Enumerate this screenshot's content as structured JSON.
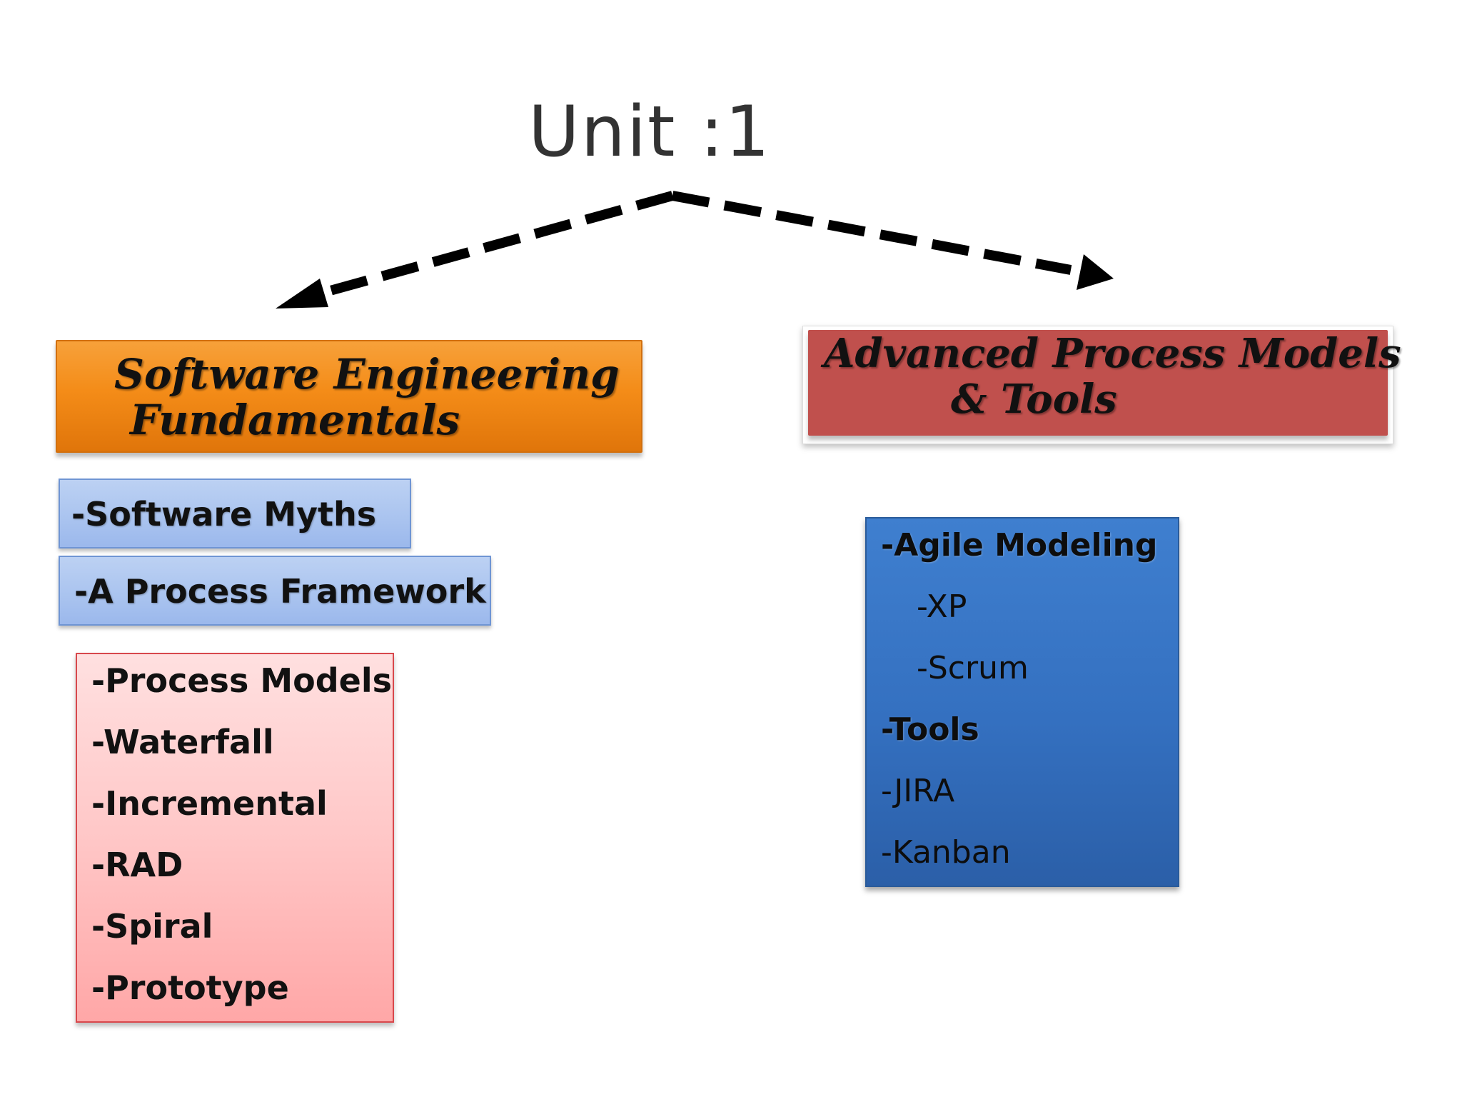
{
  "title": "Unit :1",
  "left_branch": {
    "header_line1": "Software Engineering",
    "header_line2": "Fundamentals",
    "topic_myths": "-Software Myths",
    "topic_framework": "-A Process Framework",
    "process_models": [
      "-Process Models",
      "-Waterfall",
      "-Incremental",
      "-RAD",
      "-Spiral",
      "-Prototype"
    ]
  },
  "right_branch": {
    "header_line1": "Advanced Process Models",
    "header_line2": "& Tools",
    "items": [
      "-Agile Modeling",
      "-XP",
      "-Scrum",
      "-Tools",
      "-JIRA",
      "-Kanban"
    ]
  },
  "colors": {
    "left_header": "#f48c18",
    "right_header": "#c0504d",
    "blue_topics": "#a9c3ef",
    "pink_box": "#ffc7c7",
    "agile_box": "#3470c0"
  }
}
